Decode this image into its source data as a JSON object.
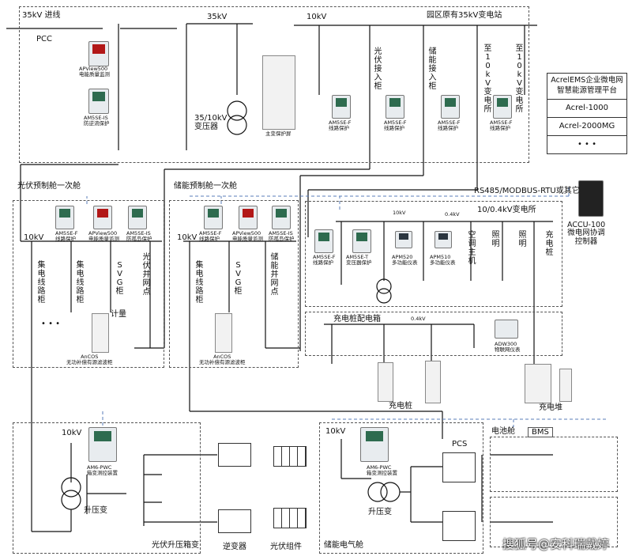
{
  "labels": {
    "incoming_35kv": "35kV 进线",
    "pcc": "PCC",
    "bus_35kv": "35kV",
    "bus_10kv": "10kV",
    "substation": "园区原有35kV变电站",
    "transformer": "35/10kV\n变压器",
    "main_protection": "主变保护屏",
    "pv_access": "光伏接入柜",
    "storage_access": "储能接入柜",
    "to_sub_1": "至10kV变电所",
    "to_sub_2": "至10kV变电所",
    "pv_cabin": "光伏预制舱一次舱",
    "storage_cabin": "储能预制舱一次舱",
    "rs485": "RS485/MODBUS-RTU或其它",
    "sub_04": "10/0.4kV变电所",
    "v04_a": "0.4kV",
    "v10_a": "10kV",
    "charging_box": "充电桩配电箱",
    "v04_b": "0.4kV",
    "charging_pile": "充电桩",
    "charging_stack": "充电堆",
    "battery_cabin": "电池舱",
    "bms": "BMS",
    "pv_step_up_box": "光伏升压箱变",
    "inverter": "逆变器",
    "pv_modules": "光伏组件",
    "storage_electric_cabin": "储能电气舱",
    "pcs": "PCS",
    "step_up_1": "升压变",
    "step_up_2": "升压变",
    "v10_pv": "10kV",
    "v10_st": "10kV",
    "v10_left": "10kV",
    "v10_mid": "10kV",
    "metering": "计量",
    "dots": "• • •",
    "watermark": "搜狐号@安科瑞戴婷"
  },
  "feeders_pv": [
    "集电线路柜",
    "集电线路柜",
    "SVG柜",
    "光伏并网点"
  ],
  "feeders_st": [
    "集电线路柜",
    "SVG柜",
    "储能并网点"
  ],
  "feeders_lv": [
    "空调主机",
    "照明",
    "照明",
    "充电桩"
  ],
  "platform": {
    "title": "AcrelEMS企业微电网智慧能源管理平台",
    "rows": [
      "Acrel-1000",
      "Acrel-2000MG",
      "• • •"
    ]
  },
  "controller": "ACCU-100\n微电网协调\n控制器",
  "devices": {
    "apview_top": "APView500\n电能质量监测",
    "am5se_is_top": "AM5SE-IS\n防逆流保护",
    "am5se_f_1": "AM5SE-F\n线路保护",
    "am5se_f_2": "AM5SE-F\n线路保护",
    "am5se_f_3": "AM5SE-F\n线路保护",
    "am5se_f_4": "AM5SE-F\n线路保护",
    "pv_am5se_f": "AM5SE-F\n线路保护",
    "pv_apview": "APView500\n电能质量监测",
    "pv_am5se_is": "AM5SE-IS\n防孤岛保护",
    "st_am5se_f": "AM5SE-F\n线路保护",
    "st_apview": "APView500\n电能质量监测",
    "st_am5se_is": "AM5SE-IS\n防孤岛保护",
    "lv_am5se_f": "AM5SE-F\n线路保护",
    "lv_am5se_t": "AM5SE-T\n变压器保护",
    "apm520": "APM520\n多功能仪表",
    "apm510": "APM510\n多功能仪表",
    "adw300": "ADW300\n物联网仪表",
    "ancos_1": "AnCOS\n无功补偿有源滤波柜",
    "ancos_2": "AnCOS\n无功补偿有源滤波柜",
    "am6_pwc_1": "AM6-PWC\n箱变测控装置",
    "am6_pwc_2": "AM6-PWC\n箱变测控装置"
  }
}
